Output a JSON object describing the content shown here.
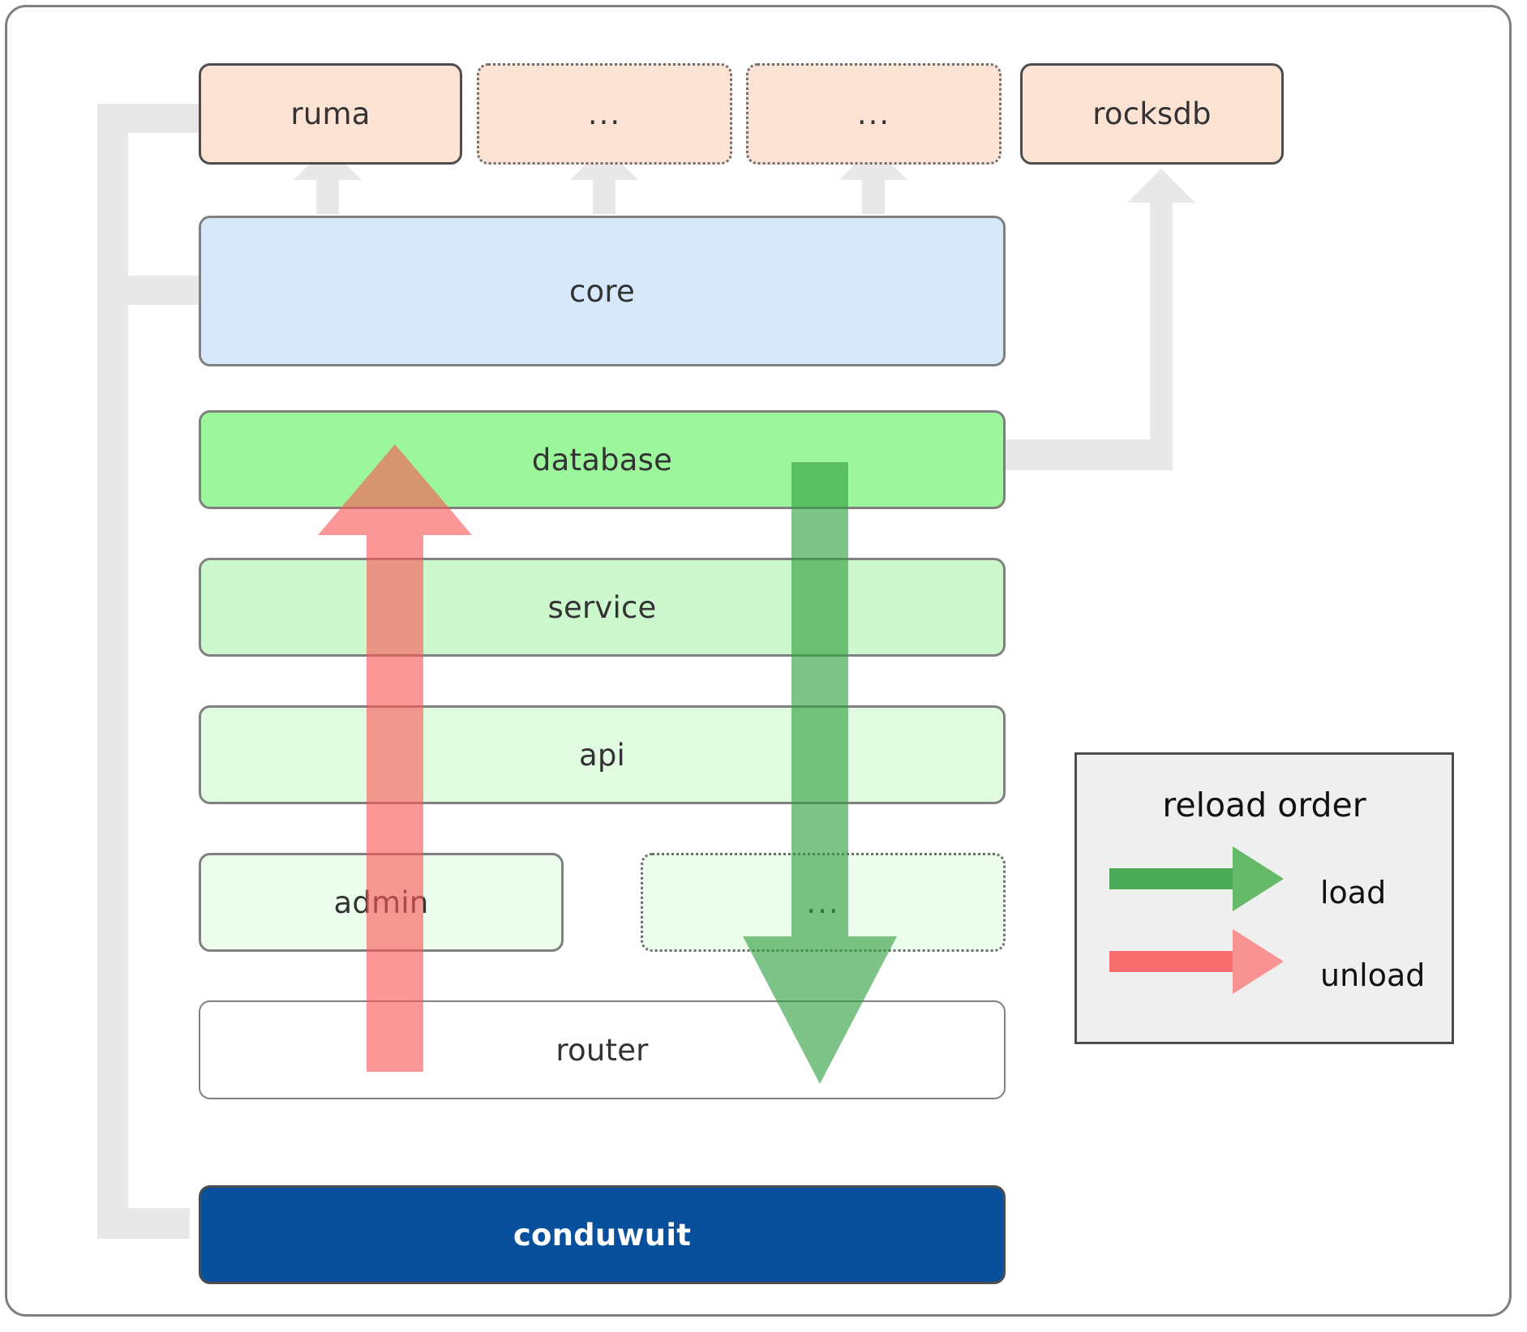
{
  "diagram": {
    "title": "conduwuit crate dependency / reload order diagram",
    "nodes": {
      "ruma": {
        "label": "ruma",
        "style": "solid-peach"
      },
      "dots_top1": {
        "label": "...",
        "style": "dotted-peach"
      },
      "dots_top2": {
        "label": "...",
        "style": "dotted-peach"
      },
      "rocksdb": {
        "label": "rocksdb",
        "style": "solid-peach"
      },
      "core": {
        "label": "core",
        "style": "gray-blue"
      },
      "database": {
        "label": "database",
        "style": "gray-green1"
      },
      "service": {
        "label": "service",
        "style": "gray-green2"
      },
      "api": {
        "label": "api",
        "style": "gray-green3"
      },
      "admin": {
        "label": "admin",
        "style": "gray-green4"
      },
      "dots_mid": {
        "label": "...",
        "style": "dotted-green4"
      },
      "router": {
        "label": "router",
        "style": "gray-white"
      },
      "conduwuit": {
        "label": "conduwuit",
        "style": "solid-navy"
      }
    },
    "legend": {
      "title": "reload order",
      "items": [
        {
          "label": "load",
          "color": "#4caf50",
          "direction": "down"
        },
        {
          "label": "unload",
          "color": "#fa8383",
          "direction": "up"
        }
      ]
    },
    "colors": {
      "peach": "#fce3d4",
      "blue": "#d7e8fb",
      "green_database": "#9cf79c",
      "green_service": "#cdf7cd",
      "green_api": "#e1fbe1",
      "green_admin": "#edfded",
      "navy": "#084f9c",
      "legend_bg": "#efefef",
      "connector_gray": "#e8e8e8",
      "load_green": "#4caf50",
      "unload_red": "#fa8383"
    }
  }
}
